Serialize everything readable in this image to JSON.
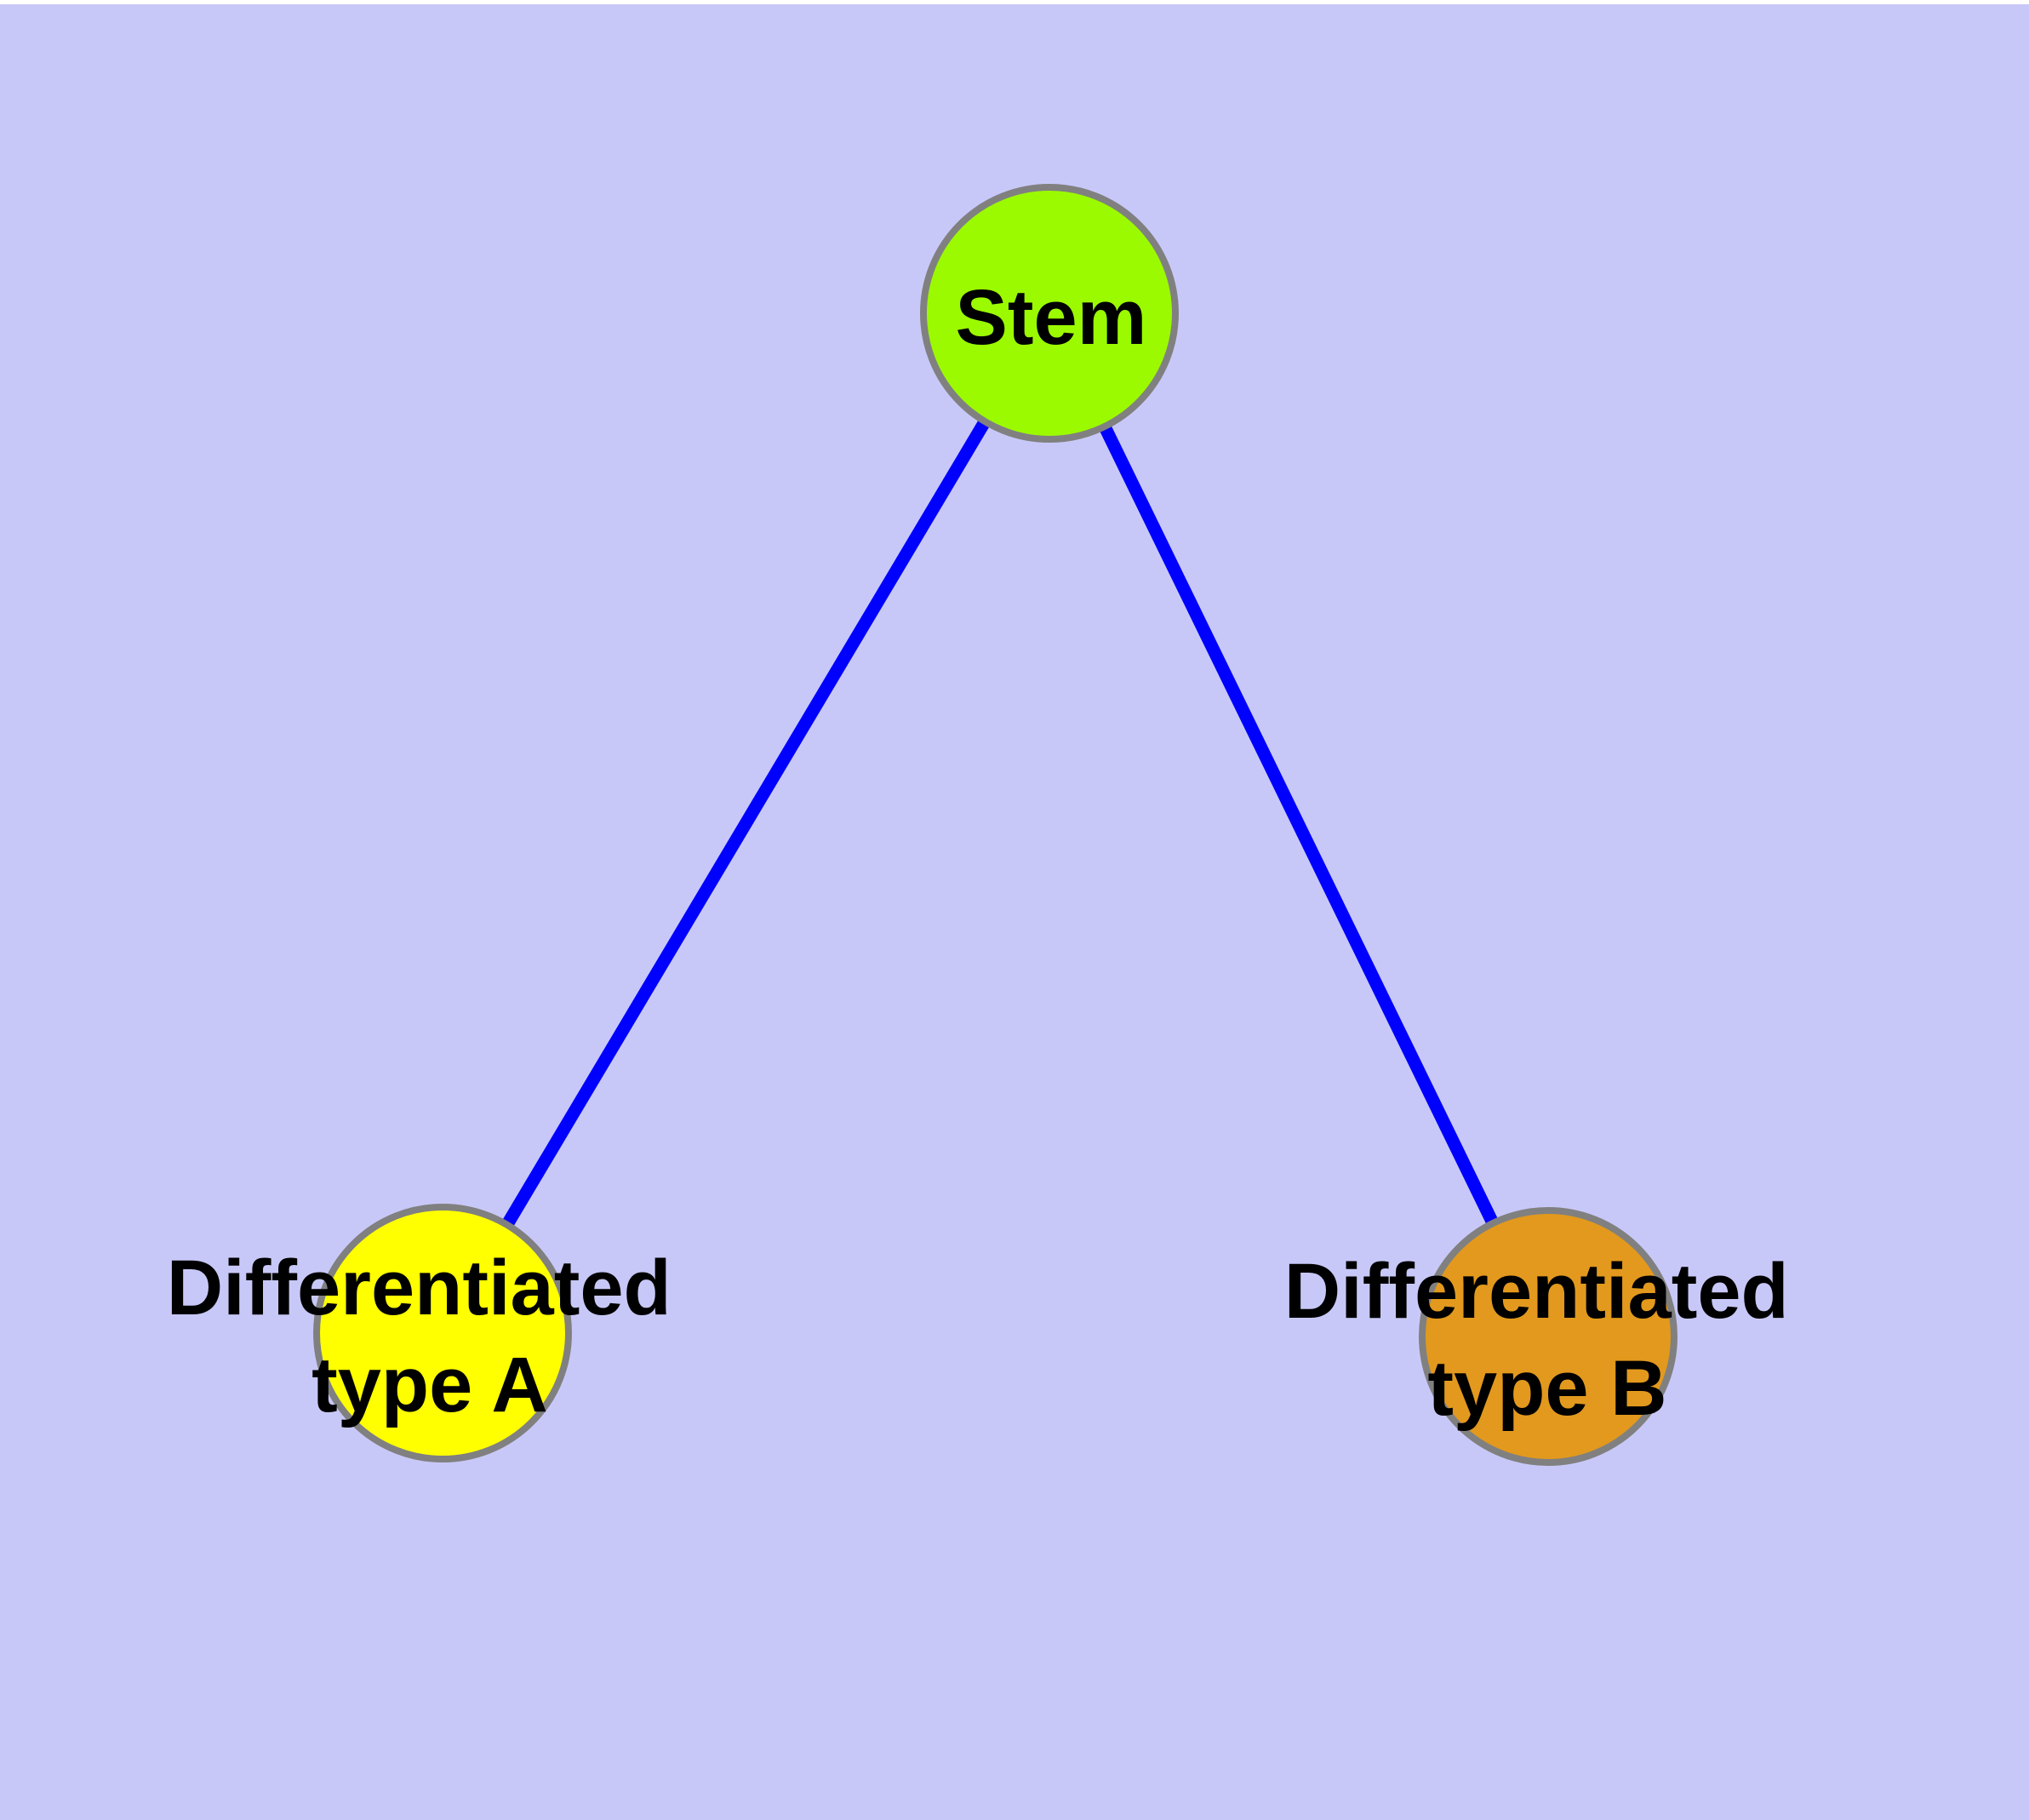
{
  "canvas": {
    "background_color": "#C8C8F8",
    "top_strip_color": "#FFFFFF"
  },
  "graph": {
    "edge_color": "#0000FF",
    "node_border_color": "#808080",
    "nodes": {
      "stem": {
        "label": "Stem",
        "fill": "#9BFA00"
      },
      "type_a": {
        "label": "Differentiated type A",
        "label_line1": "Differentiated",
        "label_line2": "type A",
        "fill": "#FFFF00"
      },
      "type_b": {
        "label": "Differentiated type B",
        "label_line1": "Differentiated",
        "label_line2": "type B",
        "fill": "#E2991D"
      }
    },
    "edges": [
      {
        "from": "Stem",
        "to": "Differentiated type A"
      },
      {
        "from": "Stem",
        "to": "Differentiated type B"
      }
    ]
  }
}
